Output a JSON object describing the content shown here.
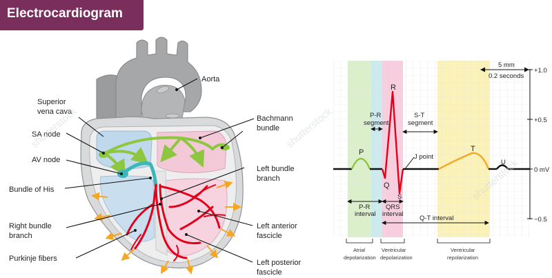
{
  "title": "Electrocardiogram",
  "colors": {
    "title_bg": "#7a2e5c",
    "conduction_green": "#8dc63f",
    "his_teal": "#3cb7b7",
    "purkinje_red": "#e3001b",
    "arrow_orange": "#f5a623",
    "ecg_black": "#111111",
    "p_wave": "#8dc63f",
    "qrs": "#e3001b",
    "t_wave": "#f5a623",
    "band_green": "#d5ecc2",
    "band_cyan": "#c5e8ec",
    "band_pink": "#f7c9dc",
    "band_yellow": "#fbf1b3"
  },
  "heart_labels": {
    "aorta": "Aorta",
    "superior_vena_cava_line1": "Superior",
    "superior_vena_cava_line2": "vena cava",
    "sa_node": "SA node",
    "av_node": "AV node",
    "bundle_of_his": "Bundle of His",
    "right_bundle_line1": "Right bundle",
    "right_bundle_line2": "branch",
    "purkinje": "Purkinje fibers",
    "bachmann_line1": "Bachmann",
    "bachmann_line2": "bundle",
    "left_bundle_line1": "Left bundle",
    "left_bundle_line2": "branch",
    "left_anterior_line1": "Left anterior",
    "left_anterior_line2": "fascicle",
    "left_posterior_line1": "Left posterior",
    "left_posterior_line2": "fascicle"
  },
  "ecg": {
    "scale_mm": "5 mm",
    "scale_time": "0.2 seconds",
    "y_ticks": [
      "+1.0",
      "+0.5",
      "0  mV",
      "−0.5"
    ],
    "waves": {
      "p": "P",
      "q": "Q",
      "r": "R",
      "s": "S",
      "t": "T",
      "u": "U"
    },
    "pr_segment_line1": "P-R",
    "pr_segment_line2": "segment",
    "st_segment_line1": "S-T",
    "st_segment_line2": "segment",
    "j_point": "J point",
    "pr_interval_line1": "P-R",
    "pr_interval_line2": "interval",
    "qrs_interval_line1": "QRS",
    "qrs_interval_line2": "interval",
    "qt_interval": "Q-T interval",
    "atrial_line1": "Atrial",
    "atrial_line2": "depolarization",
    "ventricular_dep_line1": "Ventricular",
    "ventricular_dep_line2": "depolarization",
    "ventricular_rep_line1": "Ventricular",
    "ventricular_rep_line2": "repolarization"
  },
  "watermark": "shutterstock"
}
